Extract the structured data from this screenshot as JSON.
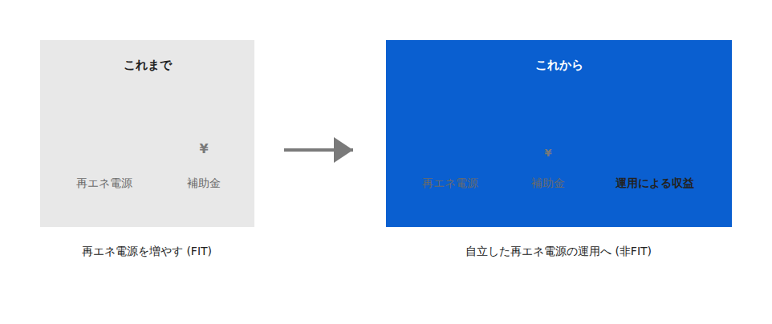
{
  "diagram": {
    "nodes": [
      {
        "text": [
          "これまで"
        ]
      },
      {
        "text": [
          "これから"
        ]
      }
    ],
    "edges": [
      {
        "from": 0,
        "to": 1,
        "arrow": "to"
      }
    ],
    "labels": [
      "再エネ電源",
      "¥",
      "補助金",
      "再エネ電源を増やす (FIT)",
      "再エネ電源",
      "¥",
      "補助金",
      "¥",
      "運用による収益",
      "自立した再エネ電源の運用へ (非FIT)"
    ]
  }
}
